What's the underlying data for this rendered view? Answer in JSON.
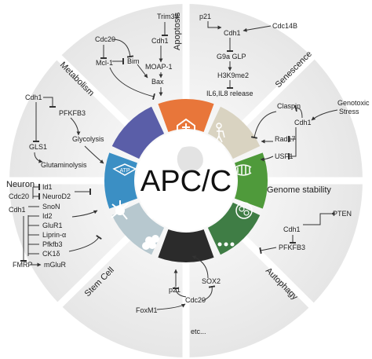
{
  "center_label": "APC/C",
  "sectors": {
    "apoptosis": {
      "label": "Apoptosis",
      "color": "#e8763a",
      "nodes": {
        "trim39": "Trim39",
        "cdc20": "Cdc20",
        "cdh1": "Cdh1",
        "mcl1": "Mcl-1",
        "bim": "Bim",
        "moap1": "MOAP-1",
        "bax": "Bax"
      }
    },
    "senescence": {
      "label": "Senescence",
      "color": "#d9d3c1",
      "nodes": {
        "p21": "p21",
        "cdh1": "Cdh1",
        "cdc14b": "Cdc14B",
        "g9a": "G9a GLP",
        "h3k9": "H3K9me2",
        "il6": "IL6,IL8 release"
      }
    },
    "genome_stability": {
      "label": "Genome stability",
      "color": "#4f9a3b",
      "nodes": {
        "claspin": "Claspin",
        "genotoxic": "Genotoxic",
        "stress": "Stress",
        "cdh1": "Cdh1",
        "rad17": "Rad17",
        "usp1": "USP1"
      }
    },
    "autophagy": {
      "label": "Autophagy",
      "color": "#3f7d45",
      "nodes": {
        "pten": "PTEN",
        "cdh1": "Cdh1",
        "pfkfb3": "PFKFB3"
      }
    },
    "etc": {
      "label": "etc...",
      "color": "#2b2b2b"
    },
    "stem_cell": {
      "label": "Stem Cell",
      "color": "#b7c8cf",
      "nodes": {
        "p21": "p21",
        "sox2": "SOX2",
        "cdc20": "Cdc20",
        "foxm1": "FoxM1"
      }
    },
    "neuron": {
      "label": "Neuron",
      "color": "#3b8fc4",
      "nodes": {
        "cdh1": "Cdh1",
        "cdc20": "Cdc20",
        "id1": "Id1",
        "neurod2": "NeuroD2",
        "snon": "SnoN",
        "id2": "Id2",
        "glur1": "GluR1",
        "liprin": "Liprin-α",
        "pfkfb3": "Pfkfb3",
        "ck1d": "CK1δ",
        "fmrp": "FMRP",
        "mglur": "mGluR"
      }
    },
    "metabolism": {
      "label": "Metabolism",
      "color": "#5a5ea8",
      "nodes": {
        "cdh1": "Cdh1",
        "pfkfb3": "PFKFB3",
        "glycolysis": "Glycolysis",
        "gls1": "GLS1",
        "glutaminolysis": "Glutaminolysis"
      }
    }
  }
}
